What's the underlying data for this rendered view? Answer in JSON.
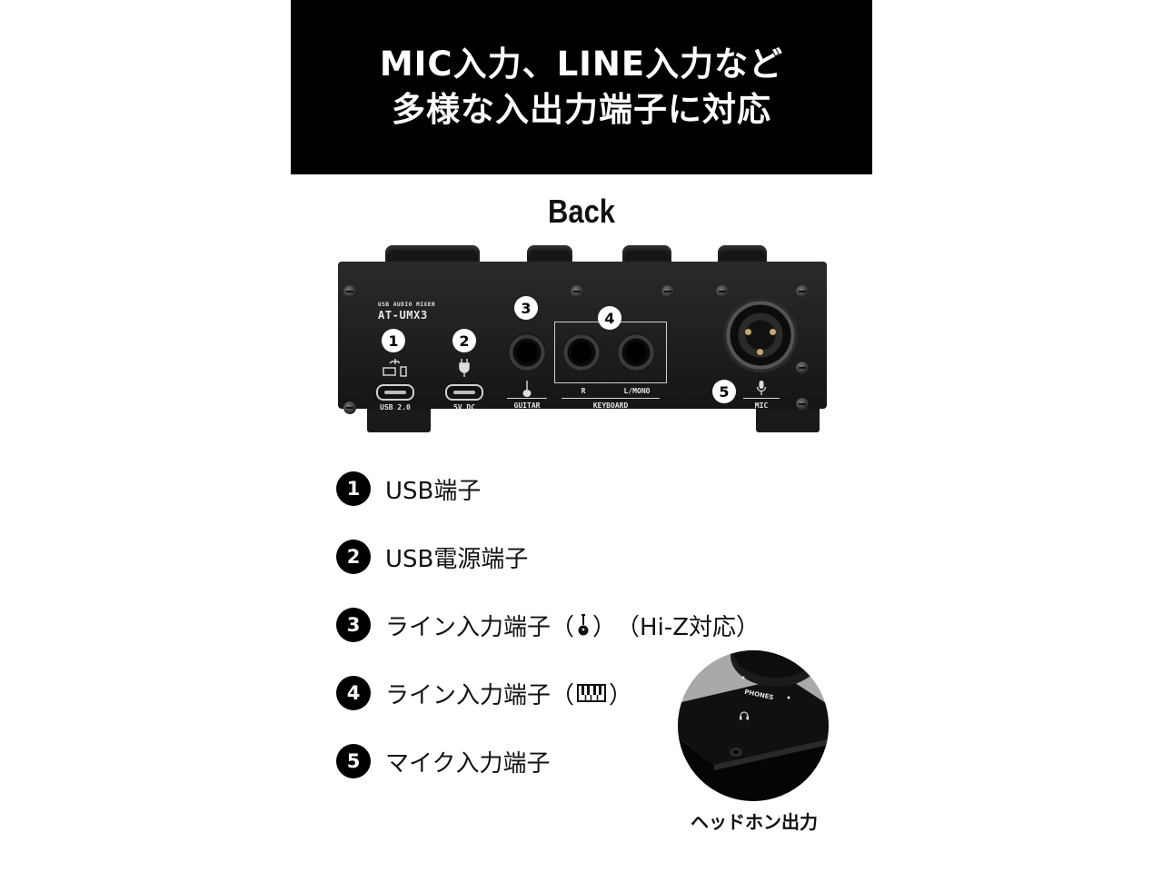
{
  "headline": {
    "line1": "MIC入力、LINE入力など",
    "line2": "多様な入出力端子に対応"
  },
  "section_label": "Back",
  "device": {
    "brand": "USB AUDIO MIXER",
    "model": "AT-UMX3",
    "port_labels": {
      "usb": "USB 2.0",
      "power": "5V DC",
      "guitar": "GUITAR",
      "keyboard": "KEYBOARD",
      "keyboard_r": "R",
      "keyboard_l": "L/MONO",
      "mic": "MIC"
    },
    "callouts": [
      "1",
      "2",
      "3",
      "4",
      "5"
    ]
  },
  "terminals": [
    {
      "num": "1",
      "label": "USB端子"
    },
    {
      "num": "2",
      "label": "USB電源端子"
    },
    {
      "num": "3",
      "label": "ライン入力端子",
      "paren_open": "（",
      "paren_close": "）",
      "suffix": "（Hi-Z対応）",
      "icon": "guitar-icon"
    },
    {
      "num": "4",
      "label": "ライン入力端子",
      "paren_open": "（",
      "paren_close": "）",
      "icon": "keyboard-icon"
    },
    {
      "num": "5",
      "label": "マイク入力端子"
    }
  ],
  "phones": {
    "panel_label": "PHONES",
    "caption": "ヘッドホン出力",
    "icon": "headphones-icon"
  },
  "colors": {
    "banner_bg": "#000000",
    "banner_text": "#ffffff",
    "device_body": "#1e1e1e"
  }
}
